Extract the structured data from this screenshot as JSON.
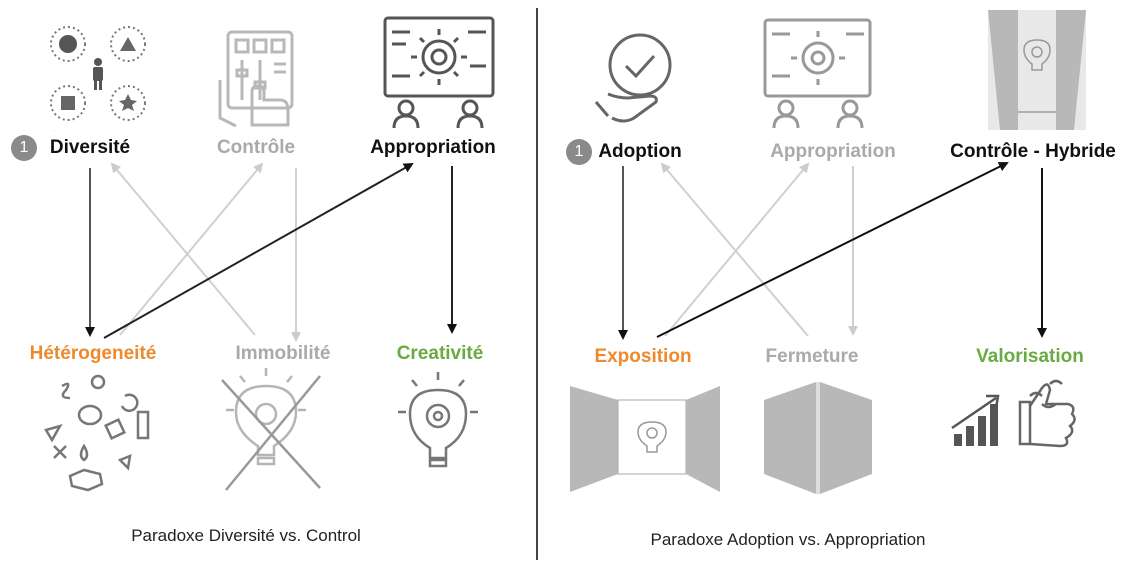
{
  "left": {
    "step_number": "1",
    "top_labels": {
      "a": "Diversité",
      "b": "Contrôle",
      "c": "Appropriation"
    },
    "bottom_labels": {
      "a": "Hétérogeneité",
      "b": "Immobilité",
      "c": "Creativité"
    },
    "caption": "Paradoxe Diversité vs. Control"
  },
  "right": {
    "step_number": "1",
    "top_labels": {
      "a": "Adoption",
      "b": "Appropriation",
      "c": "Contrôle - Hybride"
    },
    "bottom_labels": {
      "a": "Exposition",
      "b": "Fermeture",
      "c": "Valorisation"
    },
    "caption": "Paradoxe Adoption vs. Appropriation"
  },
  "colors": {
    "black": "#111111",
    "grey": "#aaaaaa",
    "orange": "#ee8a2c",
    "green": "#6aaa40",
    "divider": "#444444"
  },
  "icons": [
    "diversity-shapes-icon",
    "control-panel-icon",
    "gear-presentation-icon",
    "hand-check-icon",
    "gear-presentation-icon",
    "closing-door-icon",
    "shapes-scatter-icon",
    "crossed-lightbulb-icon",
    "lightbulb-gear-icon",
    "open-doors-icon",
    "closed-doors-icon",
    "growth-thumbs-up-icon"
  ]
}
